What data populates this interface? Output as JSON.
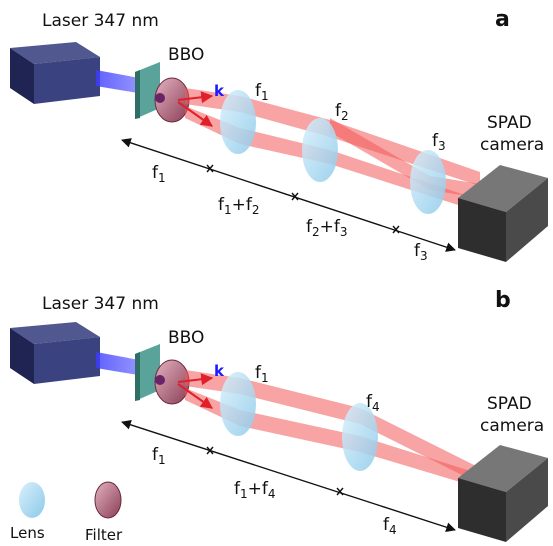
{
  "panels": [
    {
      "tag": "a",
      "laser_label": "Laser 347 nm",
      "crystal_label": "BBO",
      "k_label": "k",
      "camera_label_line1": "SPAD",
      "camera_label_line2": "camera",
      "lenses": [
        {
          "base": "f",
          "sub": "1"
        },
        {
          "base": "f",
          "sub": "2"
        },
        {
          "base": "f",
          "sub": "3"
        }
      ],
      "distances": [
        {
          "base": "f",
          "sub": "1",
          "rest": ""
        },
        {
          "base": "f",
          "sub": "1",
          "rest": "+f",
          "sub2": "2"
        },
        {
          "base": "f",
          "sub": "2",
          "rest": "+f",
          "sub2": "3"
        },
        {
          "base": "f",
          "sub": "3",
          "rest": ""
        }
      ]
    },
    {
      "tag": "b",
      "laser_label": "Laser 347 nm",
      "crystal_label": "BBO",
      "k_label": "k",
      "camera_label_line1": "SPAD",
      "camera_label_line2": "camera",
      "lenses": [
        {
          "base": "f",
          "sub": "1"
        },
        {
          "base": "f",
          "sub": "4"
        }
      ],
      "distances": [
        {
          "base": "f",
          "sub": "1",
          "rest": ""
        },
        {
          "base": "f",
          "sub": "1",
          "rest": "+f",
          "sub2": "4"
        },
        {
          "base": "f",
          "sub": "4",
          "rest": ""
        }
      ]
    }
  ],
  "legend": {
    "lens_label": "Lens",
    "filter_label": "Filter"
  },
  "colors": {
    "laser_box": "#2e3468",
    "beam_uv": "#5b5bff",
    "beam_red": "#f25a5a",
    "lens": "#a9d8f2",
    "filter": "#a5576b",
    "camera": "#3a3a3a"
  }
}
